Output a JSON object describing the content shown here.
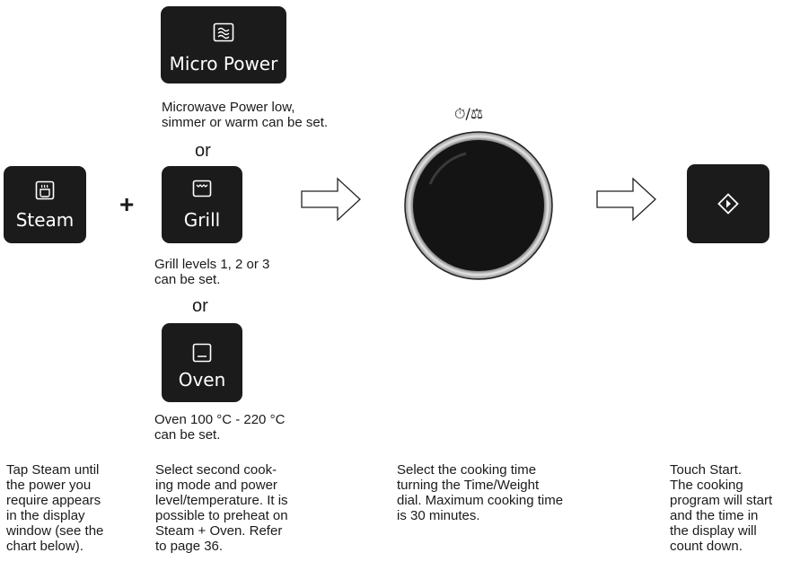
{
  "buttons": {
    "steam": "Steam",
    "micro_power": "Micro Power",
    "grill": "Grill",
    "oven": "Oven"
  },
  "symbols": {
    "plus": "+",
    "or_1": "or",
    "or_2": "or",
    "dial_label": "⏱/⚖"
  },
  "captions": {
    "micro": [
      "Microwave Power low,",
      "simmer or warm can be set."
    ],
    "grill": [
      "Grill levels 1, 2 or 3",
      "can be set."
    ],
    "oven": [
      "Oven 100 °C - 220 °C",
      "can be set."
    ]
  },
  "instructions": {
    "col1": [
      "Tap Steam until",
      "the power you",
      "require appears",
      "in the display",
      "window (see the",
      "chart below)."
    ],
    "col2": [
      "Select second cook-",
      "ing mode and power",
      "level/temperature. It is",
      "possible to preheat on",
      "Steam + Oven. Refer",
      "to page 36."
    ],
    "col3": [
      "Select the cooking time",
      "turning the Time/Weight",
      "dial. Maximum cooking time",
      "is 30 minutes."
    ],
    "col4": [
      "Touch Start.",
      "The cooking",
      "program will start",
      "and the time in",
      "the display will",
      "count down."
    ]
  },
  "icons": [
    "steam-icon",
    "microwave-icon",
    "grill-icon",
    "oven-icon",
    "start-icon",
    "arrow-right-icon",
    "time-weight-dial"
  ]
}
